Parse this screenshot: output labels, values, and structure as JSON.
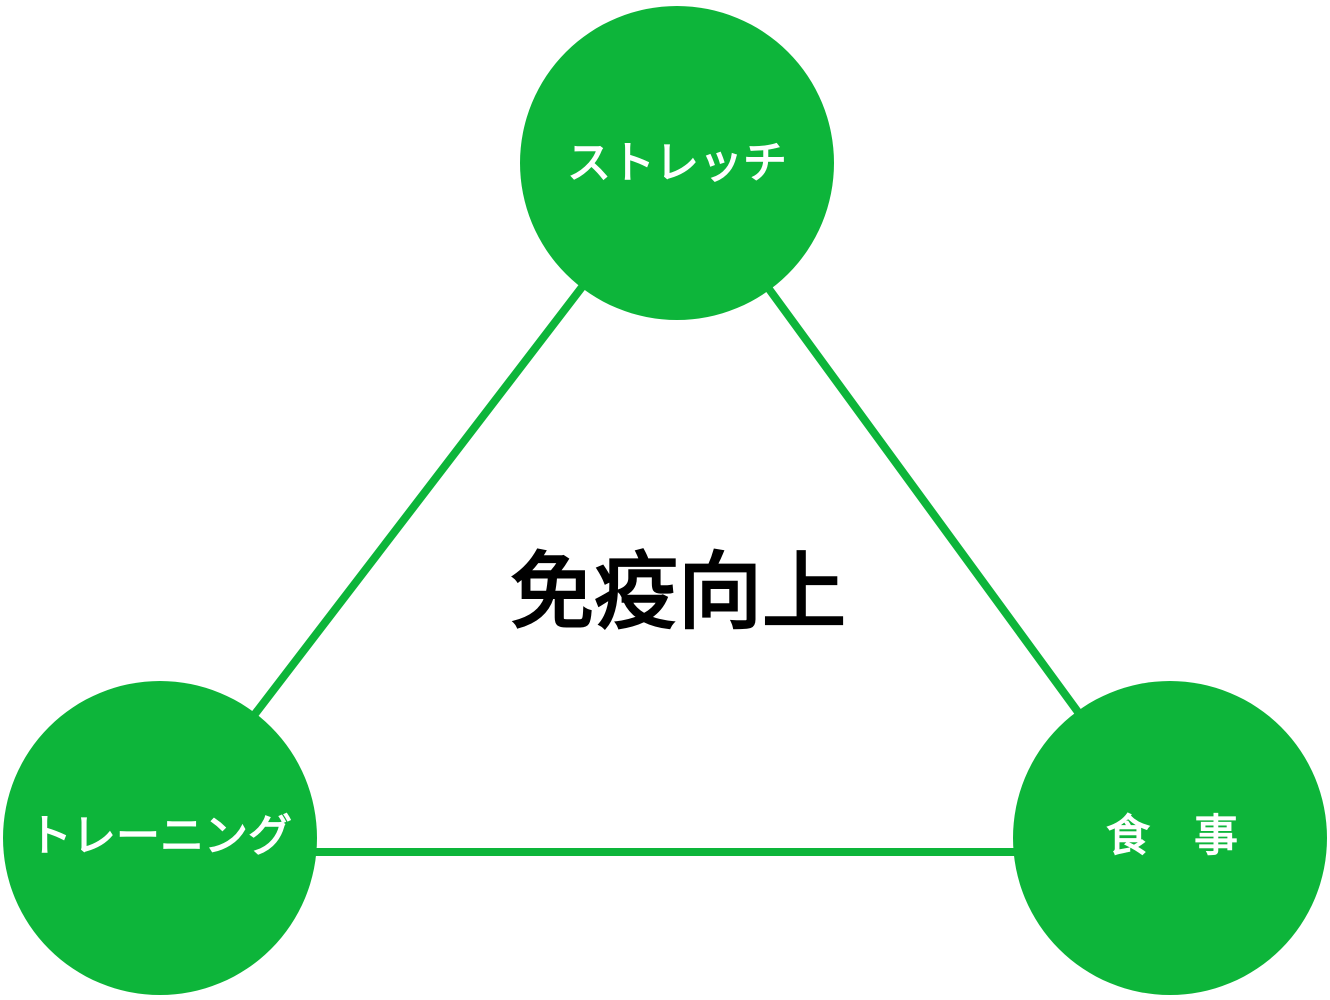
{
  "diagram": {
    "center_label": "免疫向上",
    "nodes": {
      "top": {
        "label": "ストレッチ"
      },
      "bottom_left": {
        "label": "トレーニング"
      },
      "bottom_right": {
        "label": "食　事"
      }
    }
  },
  "colors": {
    "node_fill": "#0db53a",
    "edge_stroke": "#0db53a",
    "node_text": "#ffffff",
    "center_text": "#000000",
    "background": "#ffffff"
  }
}
